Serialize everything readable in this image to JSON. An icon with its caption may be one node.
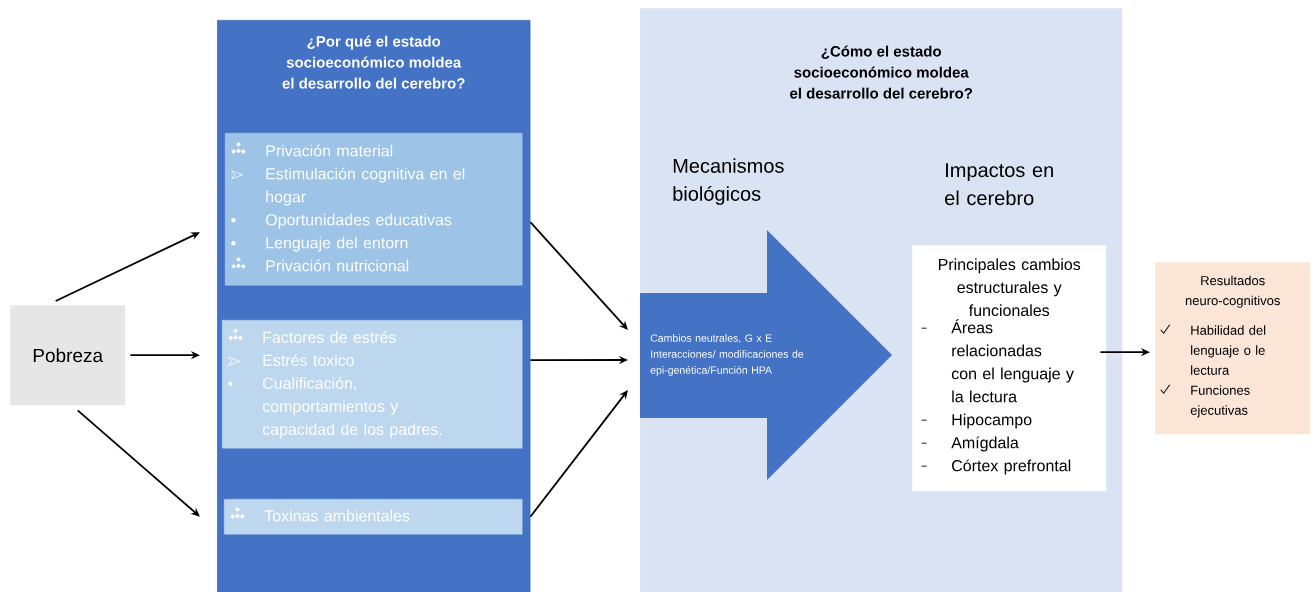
{
  "diagram": {
    "nodes": [
      {
        "text": [
          "Pobreza"
        ]
      },
      {
        "text": [
          "¿Por qué el estado socioeconómico moldea el desarrollo del cerebro?"
        ]
      },
      {
        "text": [
          "Privación material",
          "Estimulación cognitiva en el hogar",
          "Oportunidades educativas",
          "Lenguaje del  entorn",
          "Privación nutricional"
        ],
        "in": 1
      },
      {
        "text": [
          "Factores de estrés",
          "Estrés toxico",
          "Cualificación, comportamientos y capacidad de los padres."
        ],
        "in": 1
      },
      {
        "text": [
          "Toxinas ambientales"
        ],
        "in": 1
      },
      {
        "text": [
          "¿Cómo el estado socioeconómico moldea el desarrollo del cerebro?"
        ]
      },
      {
        "text": [
          "Cambios neutrales, G x E Interacciones/ modificaciones de epi-genética/Función HPA"
        ],
        "in": 5
      },
      {
        "text": [
          "Principales cambios estructurales y funcionales",
          "Áreas relacionadas con el lenguaje y la lectura",
          "Hipocampo",
          "Amígdala",
          "Córtex prefrontal"
        ],
        "in": 5
      },
      {
        "text": [
          "Resultados neuro-cognitivos",
          "Habilidad del lenguaje o le lectura",
          "Funciones ejecutivas"
        ]
      }
    ],
    "edges": [
      {
        "from": 0,
        "to": 2,
        "arrow": "to"
      },
      {
        "from": 0,
        "to": 3,
        "arrow": "to"
      },
      {
        "from": 0,
        "to": 4,
        "arrow": "to"
      },
      {
        "from": 2,
        "to": 6,
        "arrow": "to"
      },
      {
        "from": 3,
        "to": 6,
        "arrow": "to"
      },
      {
        "from": 4,
        "to": 6,
        "arrow": "to"
      },
      {
        "from": 7,
        "to": 8,
        "arrow": "to"
      }
    ],
    "labels": [
      "Mecanismos biológicos",
      "Impactos en el cerebro"
    ]
  }
}
